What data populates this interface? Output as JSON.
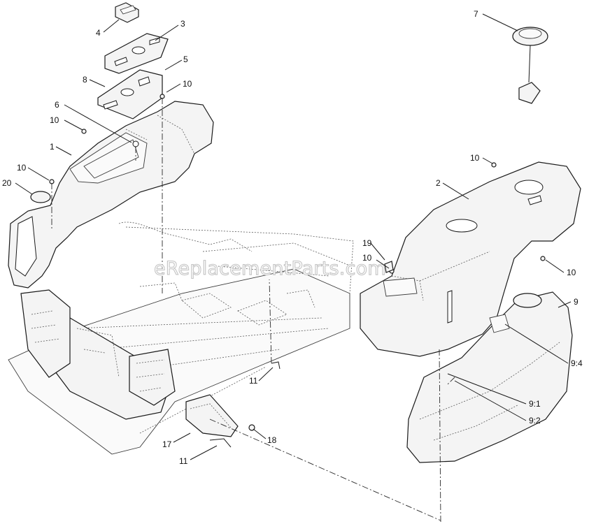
{
  "watermark": "eReplacementParts.com",
  "callouts": {
    "c1": "1",
    "c2": "2",
    "c3": "3",
    "c4": "4",
    "c5": "5",
    "c6": "6",
    "c7": "7",
    "c8": "8",
    "c9": "9",
    "c9_1": "9:1",
    "c9_2": "9:2",
    "c9_4": "9:4",
    "c10a": "10",
    "c10b": "10",
    "c10c": "10",
    "c10d": "10",
    "c10e": "10",
    "c10f": "10",
    "c11a": "11",
    "c11b": "11",
    "c17": "17",
    "c18": "18",
    "c19": "19",
    "c20": "20"
  }
}
